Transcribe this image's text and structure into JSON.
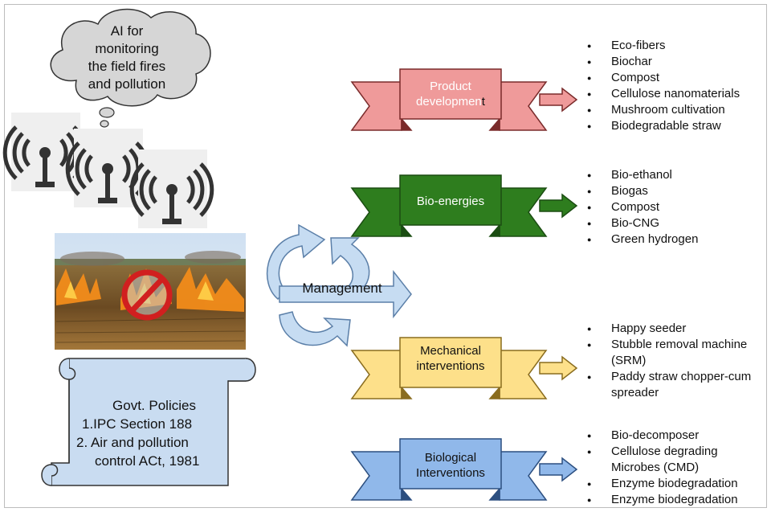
{
  "cloud": {
    "text": [
      "AI for",
      "monitoring",
      "the field fires",
      "and pollution"
    ]
  },
  "icons": [
    "signal-tower-icon",
    "signal-tower-icon",
    "signal-tower-icon",
    "no-burning-icon"
  ],
  "photo": {
    "subject": "burning crop field"
  },
  "policy_scroll": {
    "title": "Govt. Policies",
    "line1": "1.IPC Section 188",
    "line2": "2.  Air and pollution",
    "line3": "control ACt, 1981"
  },
  "management": {
    "label": "Management"
  },
  "banners": [
    {
      "label": [
        "Product",
        "developmen",
        "t"
      ],
      "fill": "#ef9a9a",
      "stroke": "#7a2b2b",
      "items": [
        "Eco-fibers",
        "Biochar",
        "Compost",
        "Cellulose nanomaterials",
        "Mushroom cultivation",
        "Biodegradable straw"
      ]
    },
    {
      "label": [
        "Bio-energies"
      ],
      "fill": "#2e7d1e",
      "stroke": "#1b4d12",
      "items": [
        "Bio-ethanol",
        "Biogas",
        "Compost",
        "Bio-CNG",
        "Green hydrogen"
      ]
    },
    {
      "label": [
        "Mechanical",
        "interventions"
      ],
      "fill": "#fde08a",
      "stroke": "#8a6d1f",
      "items": [
        "Happy seeder",
        "Stubble removal machine",
        "(SRM)",
        "Paddy straw chopper-cum",
        "spreader"
      ]
    },
    {
      "label": [
        "Biological",
        "Interventions"
      ],
      "fill": "#90b8ea",
      "stroke": "#2c4f80",
      "items": [
        "Bio-decomposer",
        "Cellulose degrading",
        "Microbes (CMD)",
        "Enzyme biodegradation",
        "Enzyme biodegradation"
      ]
    }
  ],
  "colors": {
    "scroll_fill": "#c9dcf1",
    "cycle_arrow": "#c6dcf2",
    "arrow_outline": "#5b7fa8"
  }
}
